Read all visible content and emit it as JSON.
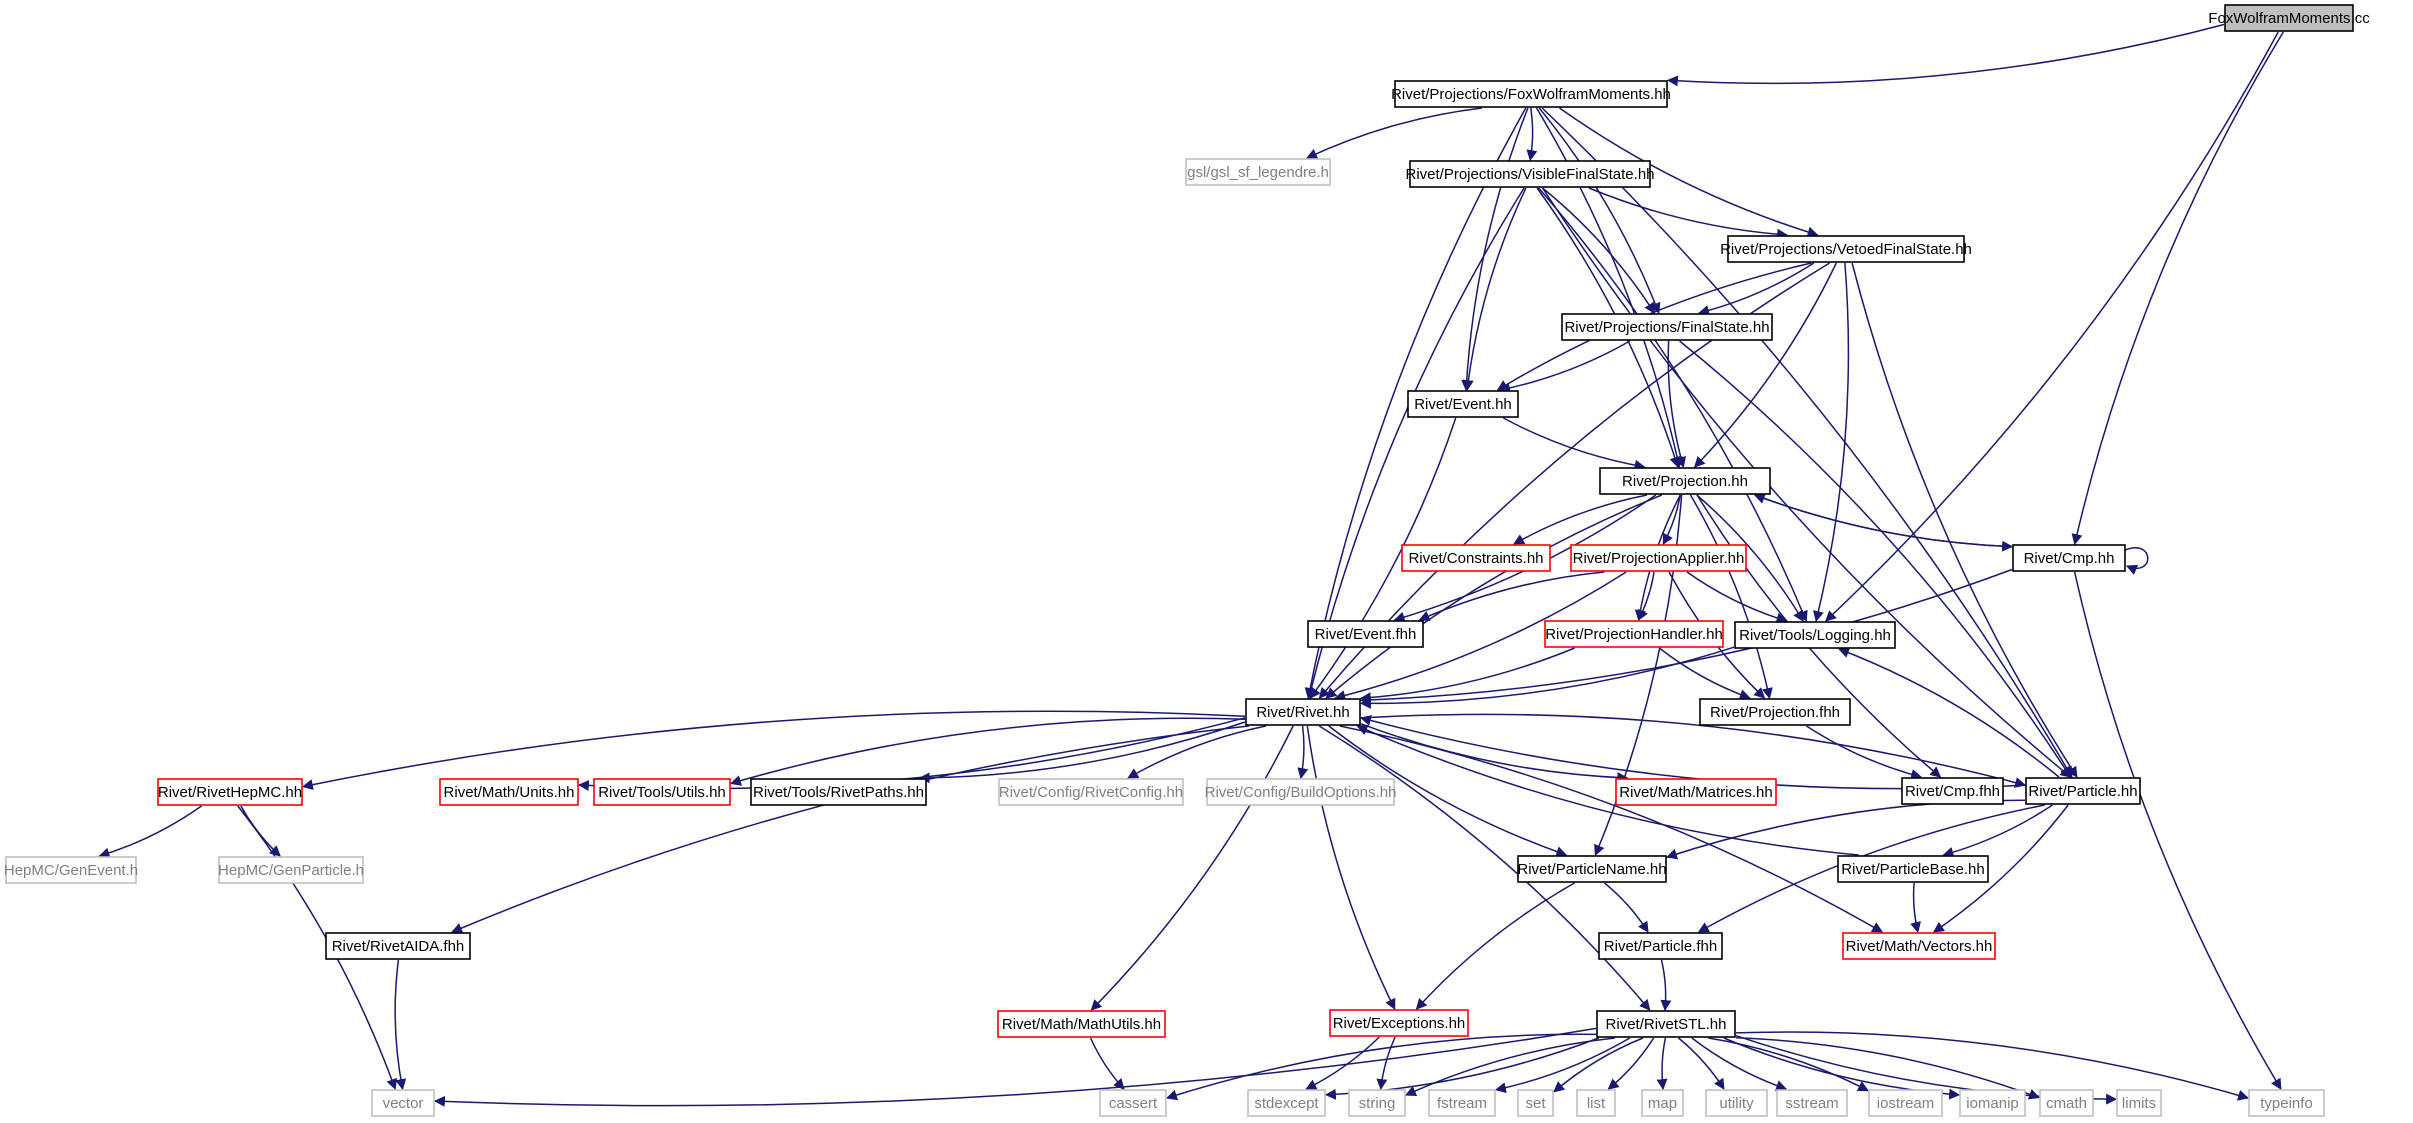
{
  "diagram": {
    "colors": {
      "edge": "#191970",
      "border_documented": "#000000",
      "border_undocumented": "#ff0000",
      "border_external": "#bfbfbf",
      "root_fill": "#bfbfbf",
      "text_normal": "#000000",
      "text_external": "#808080"
    },
    "nodes": [
      {
        "id": "fwm_cc",
        "label": "FoxWolframMoments.cc",
        "style": "root"
      },
      {
        "id": "fwm_hh",
        "label": "Rivet/Projections/FoxWolframMoments.hh",
        "style": "normal"
      },
      {
        "id": "gsl",
        "label": "gsl/gsl_sf_legendre.h",
        "style": "external"
      },
      {
        "id": "vfs",
        "label": "Rivet/Projections/VisibleFinalState.hh",
        "style": "normal"
      },
      {
        "id": "vetoed",
        "label": "Rivet/Projections/VetoedFinalState.hh",
        "style": "normal"
      },
      {
        "id": "fs",
        "label": "Rivet/Projections/FinalState.hh",
        "style": "normal"
      },
      {
        "id": "event_hh",
        "label": "Rivet/Event.hh",
        "style": "normal"
      },
      {
        "id": "projection_hh",
        "label": "Rivet/Projection.hh",
        "style": "normal"
      },
      {
        "id": "constraints",
        "label": "Rivet/Constraints.hh",
        "style": "red"
      },
      {
        "id": "projapplier",
        "label": "Rivet/ProjectionApplier.hh",
        "style": "red"
      },
      {
        "id": "cmp_hh",
        "label": "Rivet/Cmp.hh",
        "style": "normal"
      },
      {
        "id": "event_fhh",
        "label": "Rivet/Event.fhh",
        "style": "normal"
      },
      {
        "id": "projhandler",
        "label": "Rivet/ProjectionHandler.hh",
        "style": "red"
      },
      {
        "id": "logging",
        "label": "Rivet/Tools/Logging.hh",
        "style": "normal"
      },
      {
        "id": "rivet_hh",
        "label": "Rivet/Rivet.hh",
        "style": "normal"
      },
      {
        "id": "projection_fhh",
        "label": "Rivet/Projection.fhh",
        "style": "normal"
      },
      {
        "id": "rivethepmc",
        "label": "Rivet/RivetHepMC.hh",
        "style": "red"
      },
      {
        "id": "units",
        "label": "Rivet/Math/Units.hh",
        "style": "red"
      },
      {
        "id": "utils",
        "label": "Rivet/Tools/Utils.hh",
        "style": "red"
      },
      {
        "id": "rivetpaths",
        "label": "Rivet/Tools/RivetPaths.hh",
        "style": "normal"
      },
      {
        "id": "rivetconfig",
        "label": "Rivet/Config/RivetConfig.hh",
        "style": "external"
      },
      {
        "id": "buildoptions",
        "label": "Rivet/Config/BuildOptions.hh",
        "style": "external"
      },
      {
        "id": "matrices",
        "label": "Rivet/Math/Matrices.hh",
        "style": "red"
      },
      {
        "id": "cmp_fhh",
        "label": "Rivet/Cmp.fhh",
        "style": "normal"
      },
      {
        "id": "particle_hh",
        "label": "Rivet/Particle.hh",
        "style": "normal"
      },
      {
        "id": "genevent",
        "label": "HepMC/GenEvent.h",
        "style": "external"
      },
      {
        "id": "genparticle",
        "label": "HepMC/GenParticle.h",
        "style": "external"
      },
      {
        "id": "particlename",
        "label": "Rivet/ParticleName.hh",
        "style": "normal"
      },
      {
        "id": "particlebase",
        "label": "Rivet/ParticleBase.hh",
        "style": "normal"
      },
      {
        "id": "rivetaida",
        "label": "Rivet/RivetAIDA.fhh",
        "style": "normal"
      },
      {
        "id": "particle_fhh",
        "label": "Rivet/Particle.fhh",
        "style": "normal"
      },
      {
        "id": "vectors",
        "label": "Rivet/Math/Vectors.hh",
        "style": "red"
      },
      {
        "id": "mathutils",
        "label": "Rivet/Math/MathUtils.hh",
        "style": "red"
      },
      {
        "id": "exceptions",
        "label": "Rivet/Exceptions.hh",
        "style": "red"
      },
      {
        "id": "rivetstl",
        "label": "Rivet/RivetSTL.hh",
        "style": "normal"
      },
      {
        "id": "vector",
        "label": "vector",
        "style": "external"
      },
      {
        "id": "cassert",
        "label": "cassert",
        "style": "external"
      },
      {
        "id": "stdexcept",
        "label": "stdexcept",
        "style": "external"
      },
      {
        "id": "string",
        "label": "string",
        "style": "external"
      },
      {
        "id": "fstream",
        "label": "fstream",
        "style": "external"
      },
      {
        "id": "set",
        "label": "set",
        "style": "external"
      },
      {
        "id": "list",
        "label": "list",
        "style": "external"
      },
      {
        "id": "map",
        "label": "map",
        "style": "external"
      },
      {
        "id": "utility",
        "label": "utility",
        "style": "external"
      },
      {
        "id": "sstream",
        "label": "sstream",
        "style": "external"
      },
      {
        "id": "iostream",
        "label": "iostream",
        "style": "external"
      },
      {
        "id": "iomanip",
        "label": "iomanip",
        "style": "external"
      },
      {
        "id": "cmath",
        "label": "cmath",
        "style": "external"
      },
      {
        "id": "limits",
        "label": "limits",
        "style": "external"
      },
      {
        "id": "typeinfo",
        "label": "typeinfo",
        "style": "external"
      }
    ],
    "edges": [
      [
        "fwm_cc",
        "fwm_hh"
      ],
      [
        "fwm_cc",
        "cmp_hh"
      ],
      [
        "fwm_cc",
        "logging"
      ],
      [
        "fwm_hh",
        "gsl"
      ],
      [
        "fwm_hh",
        "vfs"
      ],
      [
        "fwm_hh",
        "vetoed"
      ],
      [
        "fwm_hh",
        "fs"
      ],
      [
        "fwm_hh",
        "event_hh"
      ],
      [
        "fwm_hh",
        "projection_hh"
      ],
      [
        "fwm_hh",
        "rivet_hh"
      ],
      [
        "fwm_hh",
        "particle_hh"
      ],
      [
        "vfs",
        "vetoed"
      ],
      [
        "vfs",
        "fs"
      ],
      [
        "vfs",
        "event_hh"
      ],
      [
        "vfs",
        "projection_hh"
      ],
      [
        "vfs",
        "rivet_hh"
      ],
      [
        "vfs",
        "logging"
      ],
      [
        "vfs",
        "particle_hh"
      ],
      [
        "vetoed",
        "fs"
      ],
      [
        "vetoed",
        "event_hh"
      ],
      [
        "vetoed",
        "projection_hh"
      ],
      [
        "vetoed",
        "rivet_hh"
      ],
      [
        "vetoed",
        "logging"
      ],
      [
        "vetoed",
        "particle_hh"
      ],
      [
        "fs",
        "event_hh"
      ],
      [
        "fs",
        "projection_hh"
      ],
      [
        "fs",
        "particle_hh"
      ],
      [
        "event_hh",
        "projection_hh"
      ],
      [
        "event_hh",
        "rivet_hh"
      ],
      [
        "projection_hh",
        "constraints"
      ],
      [
        "projection_hh",
        "projapplier"
      ],
      [
        "projection_hh",
        "cmp_hh"
      ],
      [
        "projection_hh",
        "event_fhh"
      ],
      [
        "projection_hh",
        "projhandler"
      ],
      [
        "projection_hh",
        "logging"
      ],
      [
        "projection_hh",
        "rivet_hh"
      ],
      [
        "projection_hh",
        "projection_fhh"
      ],
      [
        "projection_hh",
        "cmp_fhh"
      ],
      [
        "projection_hh",
        "particlename"
      ],
      [
        "projapplier",
        "event_fhh"
      ],
      [
        "projapplier",
        "projhandler"
      ],
      [
        "projapplier",
        "logging"
      ],
      [
        "projapplier",
        "rivet_hh"
      ],
      [
        "projapplier",
        "projection_fhh"
      ],
      [
        "cmp_hh",
        "projection_hh"
      ],
      [
        "cmp_hh",
        "cmp_hh"
      ],
      [
        "cmp_hh",
        "rivet_hh"
      ],
      [
        "cmp_hh",
        "typeinfo"
      ],
      [
        "projhandler",
        "rivet_hh"
      ],
      [
        "projhandler",
        "projection_fhh"
      ],
      [
        "logging",
        "rivet_hh"
      ],
      [
        "rivet_hh",
        "rivethepmc"
      ],
      [
        "rivet_hh",
        "units"
      ],
      [
        "rivet_hh",
        "utils"
      ],
      [
        "rivet_hh",
        "rivetpaths"
      ],
      [
        "rivet_hh",
        "rivetconfig"
      ],
      [
        "rivet_hh",
        "buildoptions"
      ],
      [
        "rivet_hh",
        "matrices"
      ],
      [
        "rivet_hh",
        "particle_hh"
      ],
      [
        "rivet_hh",
        "particlename"
      ],
      [
        "rivet_hh",
        "vectors"
      ],
      [
        "rivet_hh",
        "rivetaida"
      ],
      [
        "rivet_hh",
        "mathutils"
      ],
      [
        "rivet_hh",
        "exceptions"
      ],
      [
        "rivet_hh",
        "rivetstl"
      ],
      [
        "projection_fhh",
        "cmp_fhh"
      ],
      [
        "particle_hh",
        "rivet_hh"
      ],
      [
        "particle_hh",
        "particlename"
      ],
      [
        "particle_hh",
        "particlebase"
      ],
      [
        "particle_hh",
        "particle_fhh"
      ],
      [
        "particle_hh",
        "vectors"
      ],
      [
        "particle_hh",
        "logging"
      ],
      [
        "particlebase",
        "rivet_hh"
      ],
      [
        "particlebase",
        "vectors"
      ],
      [
        "rivethepmc",
        "genevent"
      ],
      [
        "rivethepmc",
        "genparticle"
      ],
      [
        "rivethepmc",
        "vector"
      ],
      [
        "rivetaida",
        "vector"
      ],
      [
        "particlename",
        "particle_fhh"
      ],
      [
        "particlename",
        "exceptions"
      ],
      [
        "particle_fhh",
        "rivetstl"
      ],
      [
        "mathutils",
        "cassert"
      ],
      [
        "exceptions",
        "stdexcept"
      ],
      [
        "exceptions",
        "string"
      ],
      [
        "rivetstl",
        "vector"
      ],
      [
        "rivetstl",
        "cassert"
      ],
      [
        "rivetstl",
        "stdexcept"
      ],
      [
        "rivetstl",
        "string"
      ],
      [
        "rivetstl",
        "fstream"
      ],
      [
        "rivetstl",
        "set"
      ],
      [
        "rivetstl",
        "list"
      ],
      [
        "rivetstl",
        "map"
      ],
      [
        "rivetstl",
        "utility"
      ],
      [
        "rivetstl",
        "sstream"
      ],
      [
        "rivetstl",
        "iostream"
      ],
      [
        "rivetstl",
        "iomanip"
      ],
      [
        "rivetstl",
        "cmath"
      ],
      [
        "rivetstl",
        "limits"
      ],
      [
        "rivetstl",
        "typeinfo"
      ]
    ]
  }
}
